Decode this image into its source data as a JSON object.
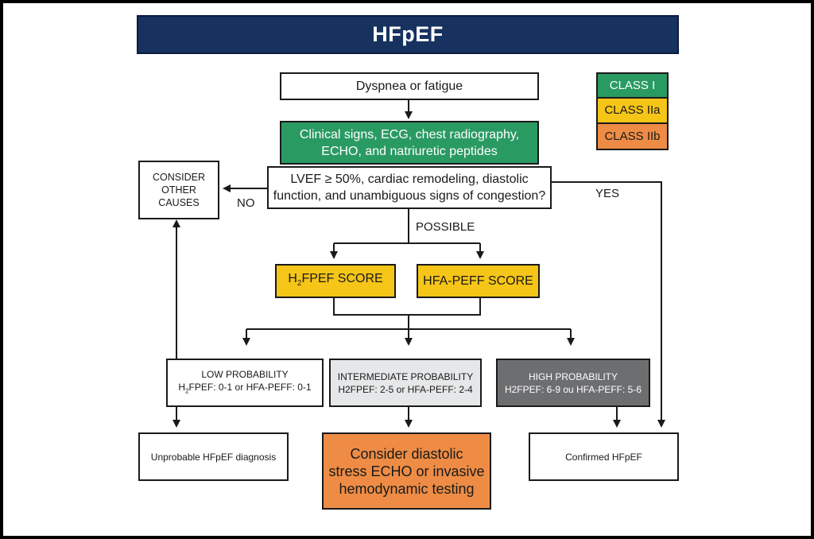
{
  "title": "HFpEF",
  "colors": {
    "title_bg": "#17325f",
    "class_i": "#2a9a63",
    "class_iia": "#f5c518",
    "class_iib": "#ee8c45",
    "intermediate_bg": "#e6e7e8",
    "high_bg": "#6d6e70"
  },
  "legend": {
    "class_i": "CLASS I",
    "class_iia": "CLASS IIa",
    "class_iib": "CLASS IIb"
  },
  "nodes": {
    "symptoms": "Dyspnea or fatigue",
    "initial_tests_line1": "Clinical signs, ECG, chest radiography,",
    "initial_tests_line2": "ECHO, and natriuretic peptides",
    "criteria_line1": "LVEF ≥ 50%, cardiac remodeling, diastolic",
    "criteria_line2": "function, and unambiguous signs of congestion?",
    "other_causes_line1": "CONSIDER",
    "other_causes_line2": "OTHER",
    "other_causes_line3": "CAUSES",
    "h2fpef_prefix": "H",
    "h2fpef_sub": "2",
    "h2fpef_suffix": "FPEF SCORE",
    "hfapeff": "HFA-PEFF SCORE",
    "low_title": "LOW PROBABILITY",
    "low_detail_prefix": "H",
    "low_detail_sub": "2",
    "low_detail_suffix": "FPEF: 0-1 or HFA-PEFF: 0-1",
    "intermediate_title": "INTERMEDIATE PROBABILITY",
    "intermediate_detail": "H2FPEF: 2-5 or HFA-PEFF: 2-4",
    "high_title": "HIGH PROBABILITY",
    "high_detail": "H2FPEF: 6-9 ou HFA-PEFF: 5-6",
    "unprobable": "Unprobable HFpEF diagnosis",
    "consider_line1": "Consider diastolic",
    "consider_line2": "stress ECHO or invasive",
    "consider_line3": "hemodynamic testing",
    "confirmed": "Confirmed HFpEF"
  },
  "edge_labels": {
    "no": "NO",
    "yes": "YES",
    "possible": "POSSIBLE"
  }
}
